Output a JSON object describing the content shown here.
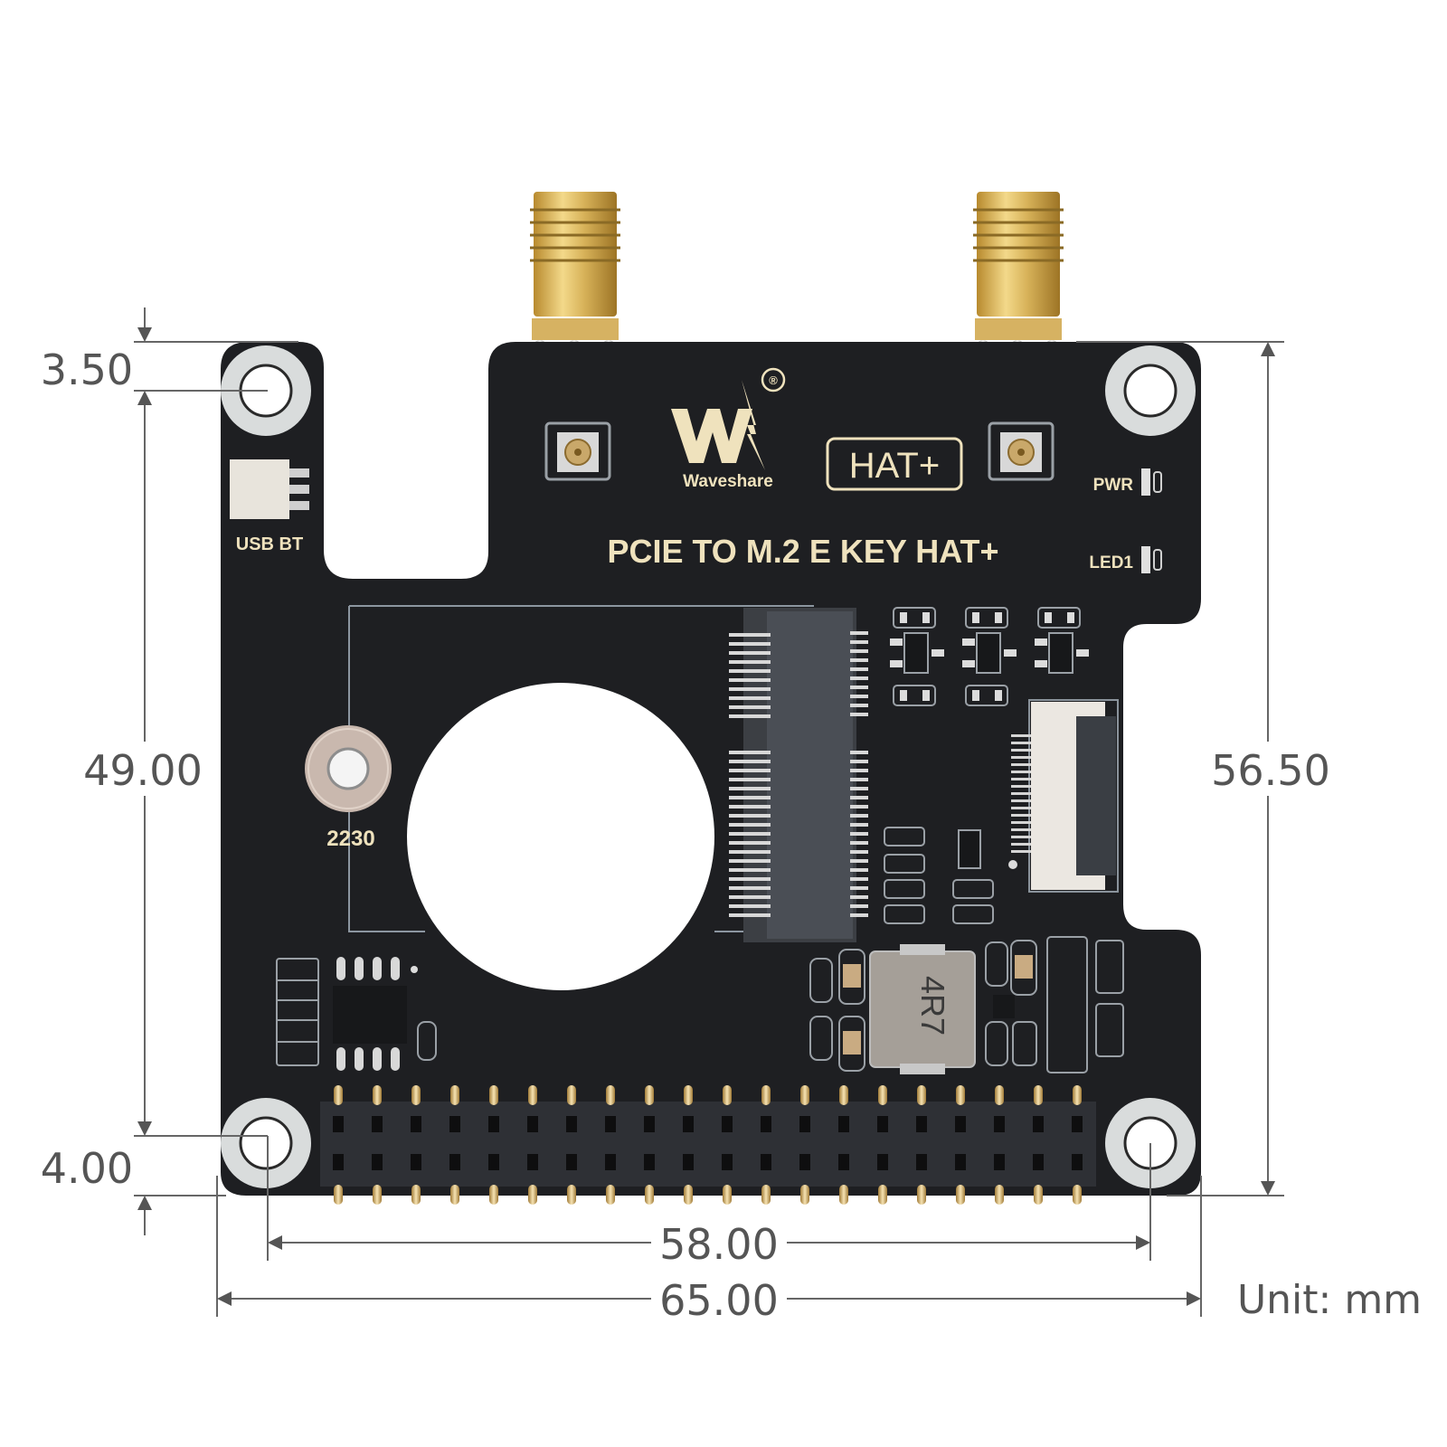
{
  "board": {
    "title": "PCIE TO M.2 E KEY HAT+",
    "brand": "Waveshare",
    "badge": "HAT+",
    "registered_mark": "®",
    "labels": {
      "usb_bt": "USB BT",
      "pwr": "PWR",
      "led1": "LED1",
      "mount_size": "2230",
      "inductor": "4R7"
    },
    "colors": {
      "pcb": "#1e1f22",
      "silkscreen": "#efe2bd",
      "gold": "#c9a24a",
      "dimension_line": "#666666"
    }
  },
  "dimensions": {
    "top_offset": "3.50",
    "hole_vertical_spacing": "49.00",
    "total_height": "56.50",
    "bottom_offset": "4.00",
    "hole_horizontal_spacing": "58.00",
    "total_width": "65.00",
    "unit": "Unit: mm"
  }
}
